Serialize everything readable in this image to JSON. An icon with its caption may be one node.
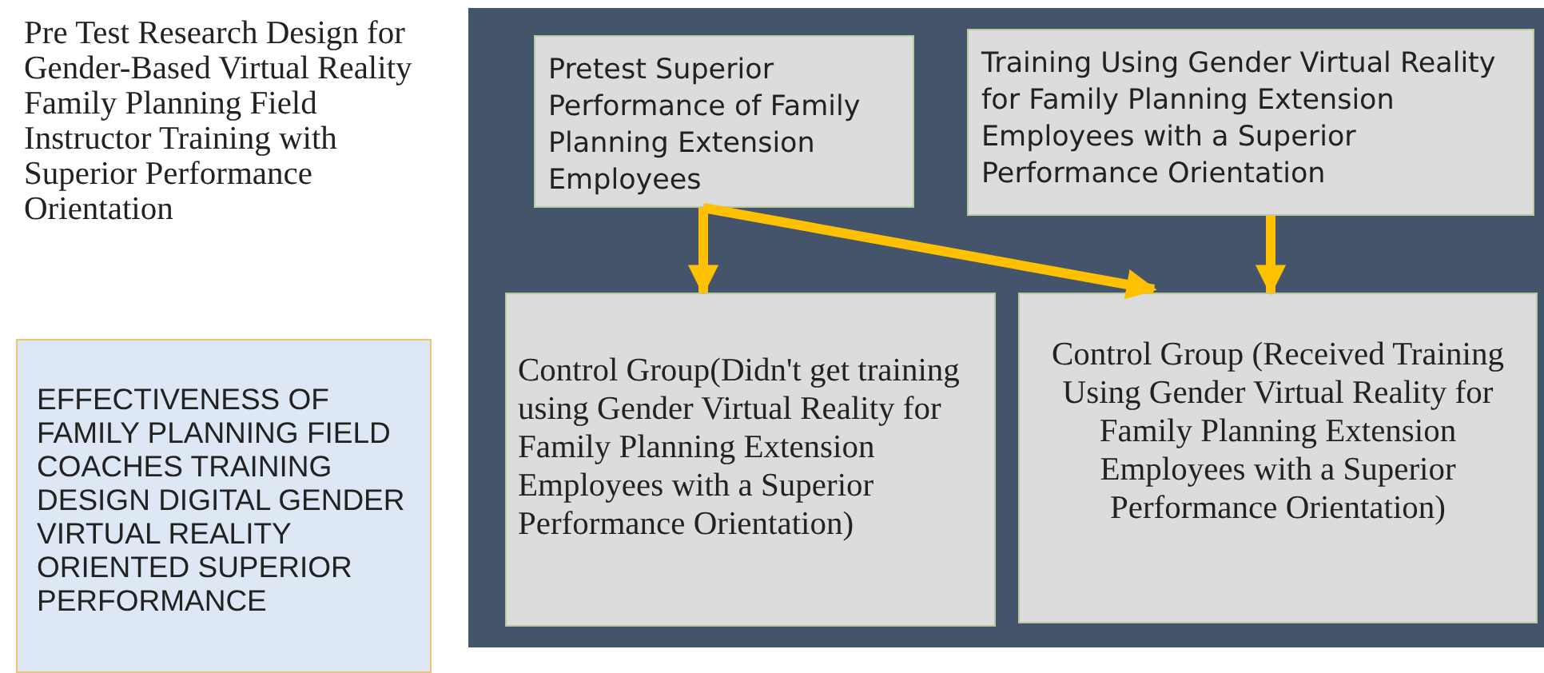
{
  "diagram": {
    "title": "Pre Test Research Design for Gender-Based Virtual Reality Family Planning Field Instructor Training with Superior Performance Orientation",
    "nodes": [
      {
        "text": [
          "EFFECTIVENESS OF FAMILY PLANNING FIELD COACHES TRAINING DESIGN DIGITAL GENDER VIRTUAL REALITY ORIENTED SUPERIOR PERFORMANCE"
        ]
      },
      {
        "text": [],
        "shape": "box"
      },
      {
        "text": [
          "Pretest Superior Performance of Family Planning Extension Employees"
        ],
        "in": 1
      },
      {
        "text": [
          "Training Using Gender Virtual Reality for Family Planning Extension Employees with a Superior Performance Orientation"
        ],
        "in": 1
      },
      {
        "text": [
          "Control Group(Didn't get training using Gender Virtual Reality for Family Planning Extension Employees with a Superior Performance Orientation)"
        ],
        "in": 1
      },
      {
        "text": [
          "Control Group (Received Training Using Gender Virtual Reality for Family Planning Extension Employees with a Superior Performance Orientation)"
        ],
        "in": 1
      }
    ],
    "edges": [
      {
        "from": 2,
        "to": 4,
        "arrow": "to"
      },
      {
        "from": 2,
        "to": 5,
        "arrow": "to"
      },
      {
        "from": 3,
        "to": 5,
        "arrow": "to"
      }
    ]
  }
}
